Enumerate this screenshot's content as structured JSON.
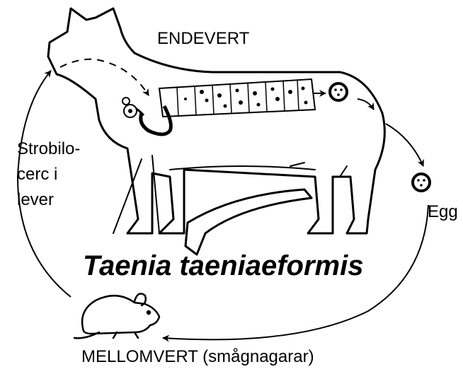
{
  "labels": {
    "definitive_host": "ENDEVERT",
    "strobilocerc_line1": "Strobilo-",
    "strobilocerc_line2": "cerc i",
    "strobilocerc_line3": "lever",
    "egg": "Egg",
    "species": "Taenia taeniaeformis",
    "intermediate_host": "MELLOMVERT (smågnagarar)"
  },
  "colors": {
    "ink": "#000000",
    "background": "#ffffff"
  },
  "icons": {
    "cat": "cat-outline-icon",
    "mouse": "mouse-icon",
    "tapeworm": "tapeworm-icon",
    "egg": "egg-icon"
  }
}
